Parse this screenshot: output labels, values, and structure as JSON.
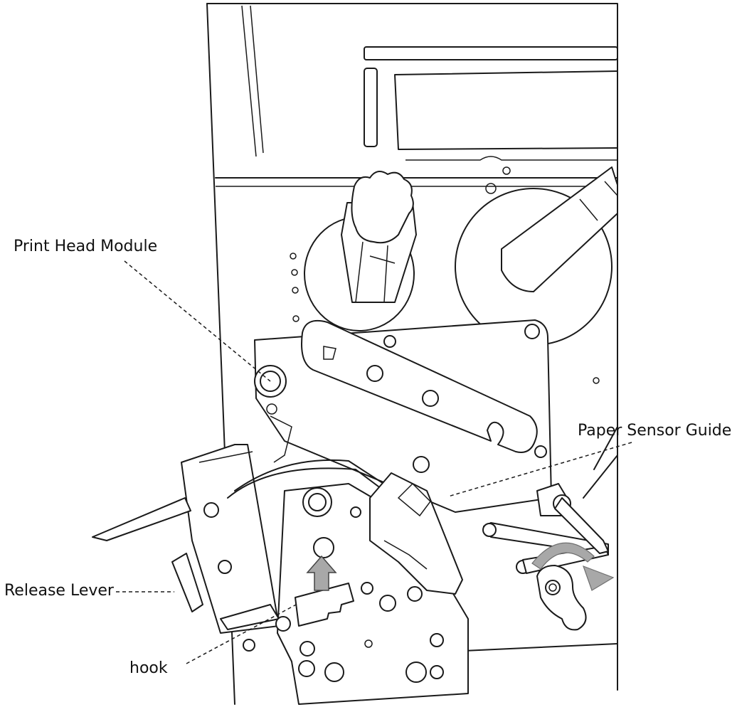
{
  "labels": {
    "print_head_module": "Print Head Module",
    "paper_sensor_guide": "Paper Sensor Guide",
    "release_lever": "Release Lever",
    "hook": "hook"
  },
  "colors": {
    "line": "#1a1a1a",
    "arrow_fill": "#a8a8a8",
    "background": "#ffffff"
  }
}
